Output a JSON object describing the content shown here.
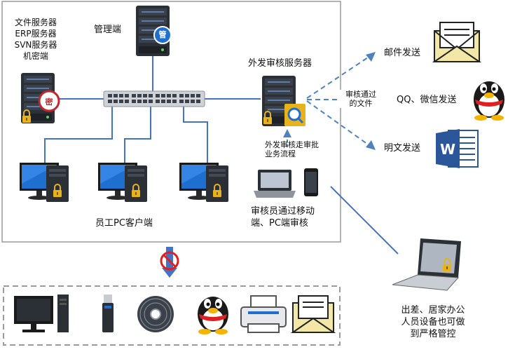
{
  "labels": {
    "file_servers": [
      "文件服务器",
      "ERP服务器",
      "SVN服务器",
      "机密端"
    ],
    "management": "管理端",
    "mgmt_badge": "管",
    "secret_badge": "密",
    "external_review_server": "外发审核服务器",
    "email_send": "邮件发送",
    "qq_wechat_send": "QQ、微信发送",
    "plaintext_send": "明文发送",
    "reviewed_files": [
      "审核通过",
      "的文件"
    ],
    "approval_flow": [
      "外发审核走审批",
      "业务流程"
    ],
    "employee_pc": "员工PC客户端",
    "reviewer": [
      "审核员通过移动",
      "端、PC端审核"
    ],
    "remote_office": [
      "出差、居家办公",
      "人员设备也可做",
      "到严格管控"
    ]
  },
  "colors": {
    "network_line": "#4472c4",
    "dashed_arrow": "#4f81bd",
    "server_body": "#2b2f36",
    "lock": "#e8b21a",
    "red_badge": "#c0282b"
  },
  "icons": {
    "management": "server-icon",
    "secret_server": "server-icon",
    "review_server": "server-icon",
    "switch": "network-switch-icon",
    "email": "envelope-icon",
    "qq": "qq-penguin-icon",
    "word": "word-document-icon",
    "pc": "desktop-pc-icon",
    "laptop": "laptop-icon",
    "phone": "phone-icon",
    "usb": "usb-drive-icon",
    "cd": "cd-disc-icon",
    "printer": "printer-icon",
    "prohibited": "prohibited-icon"
  }
}
